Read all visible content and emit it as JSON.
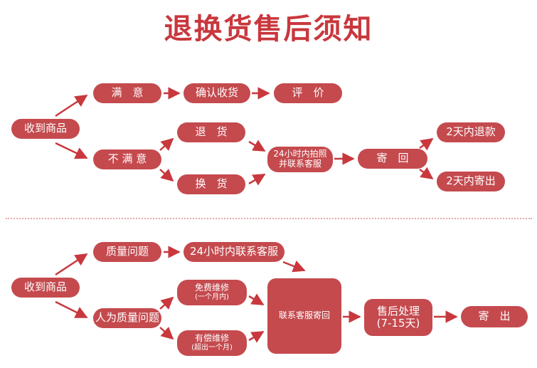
{
  "title": "退换货售后须知",
  "colors": {
    "title": "#c8383d",
    "node": "#c44a4e",
    "arrow": "#c8383d",
    "divider": "#e6a9ab"
  },
  "section1": {
    "received": "收到商品",
    "satisfied": "满　意",
    "confirm": "确认收货",
    "review": "评　价",
    "unsatisfied": "不 满 意",
    "return": "退　货",
    "exchange": "换　货",
    "photo": [
      "24小时内拍照",
      "并联系客服"
    ],
    "mail_back": "寄　回",
    "refund": "2天内退款",
    "resend": "2天内寄出"
  },
  "section2": {
    "received": "收到商品",
    "quality": "质量问题",
    "contact24": "24小时内联系客服",
    "human": "人为质量问题",
    "free_repair": "免费维修",
    "free_repair_note": "(一个月内)",
    "paid_repair": "有偿维修",
    "paid_repair_note": "(超出一个月)",
    "contact_return": "联系客服寄回",
    "after_sale": "售后处理",
    "after_sale_days": "(7-15天)",
    "ship": "寄　出"
  }
}
